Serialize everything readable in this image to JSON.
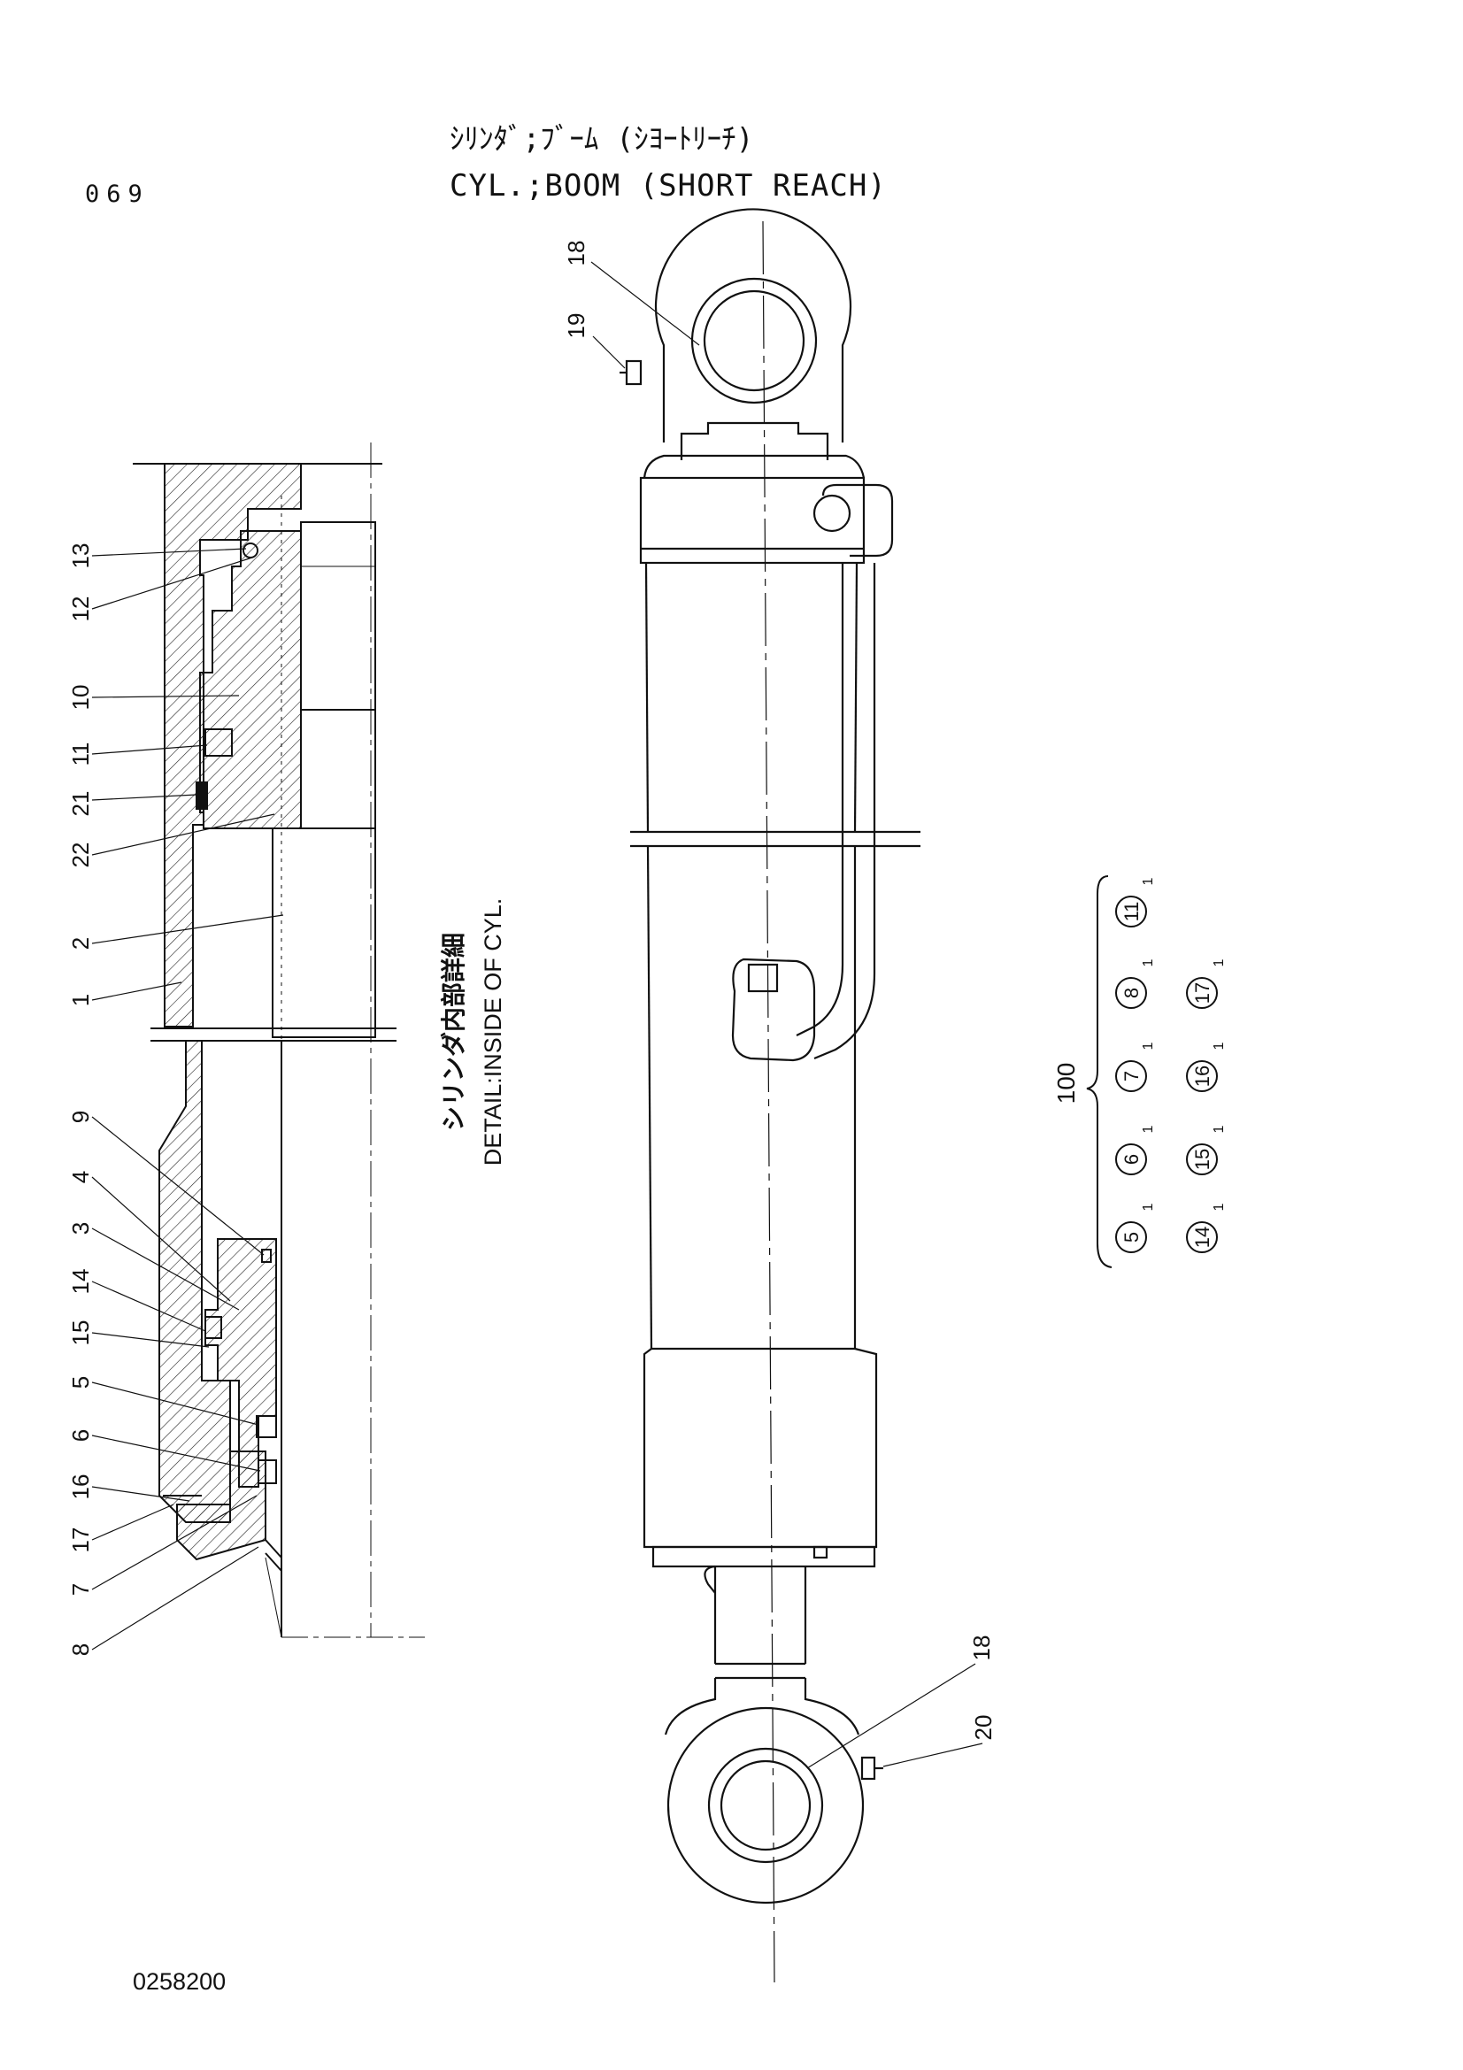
{
  "header": {
    "page_number": "069",
    "title_jp": "ｼﾘﾝﾀﾞ;ﾌﾞｰﾑ (ｼﾖｰﾄﾘｰﾁ)",
    "title_en": "CYL.;BOOM (SHORT REACH)"
  },
  "detail": {
    "caption_jp": "シリンダ内部詳細",
    "caption_en": "DETAIL:INSIDE OF CYL."
  },
  "detail_callouts": [
    "13",
    "12",
    "10",
    "11",
    "21",
    "22",
    "2",
    "1",
    "9",
    "4",
    "3",
    "14",
    "15",
    "5",
    "6",
    "16",
    "17",
    "7",
    "8"
  ],
  "main_callouts": [
    "18",
    "19",
    "18",
    "20"
  ],
  "seal_kit": {
    "label": "100",
    "row1": [
      {
        "num": "5",
        "qty": "1"
      },
      {
        "num": "6",
        "qty": "1"
      },
      {
        "num": "7",
        "qty": "1"
      },
      {
        "num": "8",
        "qty": "1"
      },
      {
        "num": "11",
        "qty": "1"
      }
    ],
    "row2": [
      {
        "num": "14",
        "qty": "1"
      },
      {
        "num": "15",
        "qty": "1"
      },
      {
        "num": "16",
        "qty": "1"
      },
      {
        "num": "17",
        "qty": "1"
      }
    ]
  },
  "footer": {
    "drawing_number": "0258200"
  }
}
